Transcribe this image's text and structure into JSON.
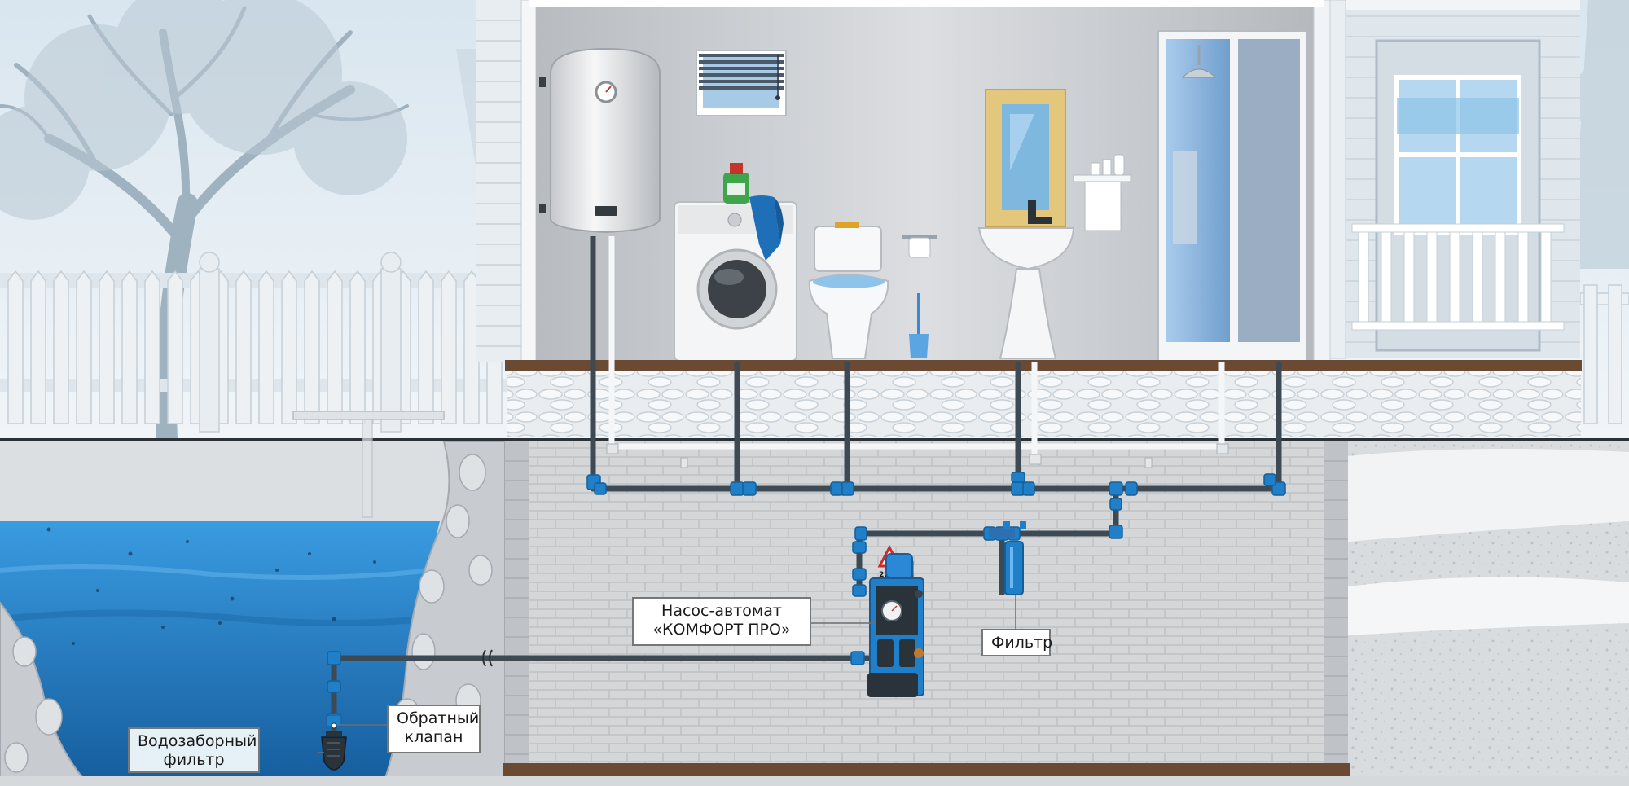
{
  "labels": {
    "pump": {
      "line1": "Насос-автомат",
      "line2": "«КОМФОРТ ПРО»"
    },
    "filter": "Фильтр",
    "check_valve": {
      "line1": "Обратный",
      "line2": "клапан"
    },
    "intake_filter": {
      "line1": "Водозаборный",
      "line2": "фильтр"
    },
    "warning_voltage": "220В"
  },
  "colors": {
    "pipe": "#3d4a54",
    "fitting": "#1f7fc9",
    "water": "#2a86cc",
    "room_wall": "#c9ccd0",
    "basement_brick": "#cfd2d5",
    "floor": "#6b4a34"
  }
}
